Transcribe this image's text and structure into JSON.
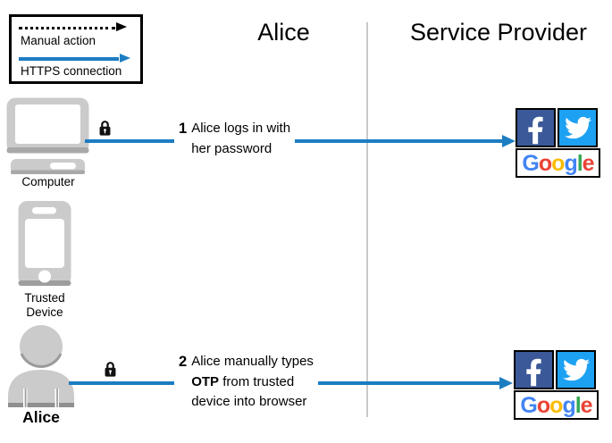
{
  "accent_blue": "#1d7dc2",
  "legend": {
    "manual_label": "Manual action",
    "https_label": "HTTPS connection"
  },
  "columns": {
    "alice_title": "Alice",
    "service_provider_title": "Service Provider"
  },
  "actors": {
    "computer_label": "Computer",
    "trusted_device_label_line1": "Trusted",
    "trusted_device_label_line2": "Device",
    "alice_label": "Alice"
  },
  "messages": [
    {
      "number": "1",
      "line1": "Alice logs in with",
      "line2": "her password"
    },
    {
      "number": "2",
      "line1": "Alice manually types",
      "line2_bold": "OTP",
      "line2_rest": "from trusted",
      "line3": "device into browser"
    }
  ],
  "service_providers": {
    "facebook_color": "#3b5998",
    "twitter_color": "#1da1f2",
    "google_letters": [
      {
        "ch": "G",
        "color": "#4285F4"
      },
      {
        "ch": "o",
        "color": "#EA4335"
      },
      {
        "ch": "o",
        "color": "#FBBC05"
      },
      {
        "ch": "g",
        "color": "#4285F4"
      },
      {
        "ch": "l",
        "color": "#34A853"
      },
      {
        "ch": "e",
        "color": "#EA4335"
      }
    ]
  }
}
